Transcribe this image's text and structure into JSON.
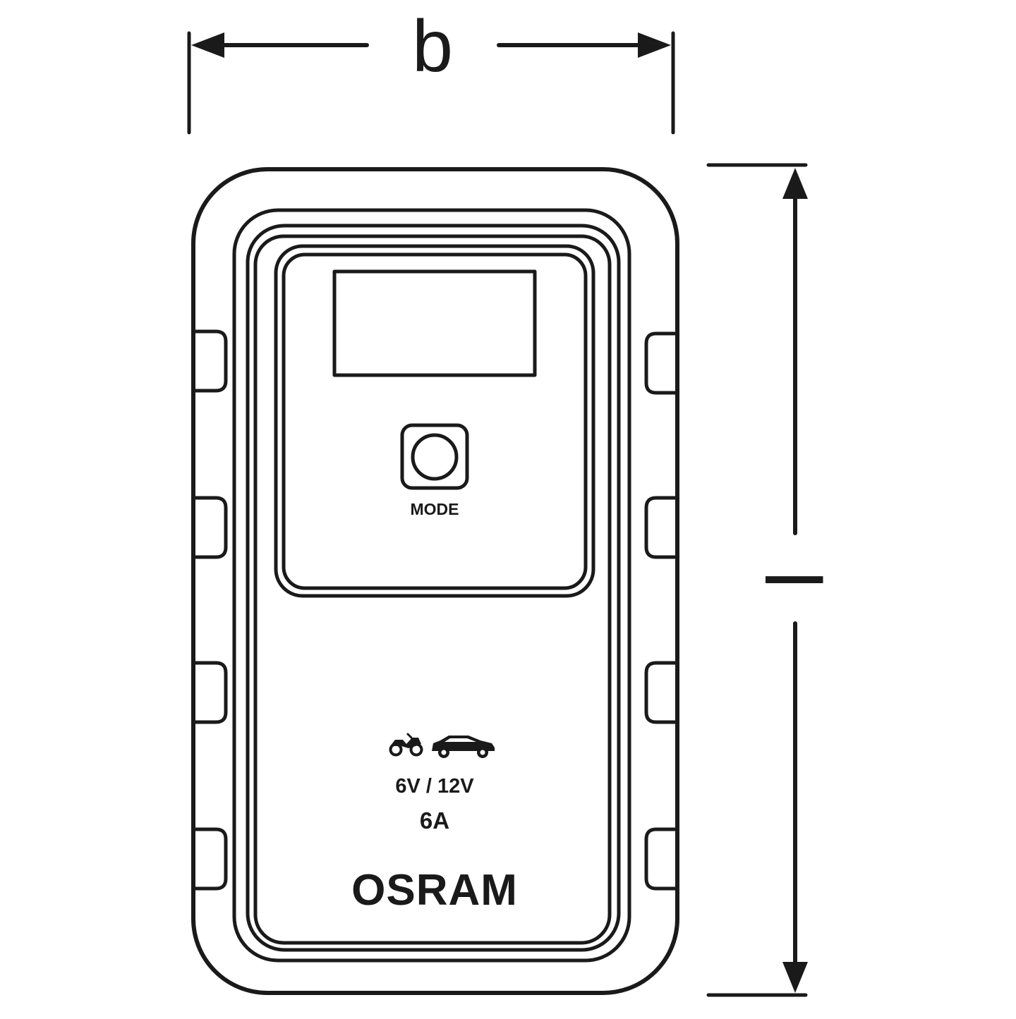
{
  "dimensions": {
    "width_label": "b",
    "height_label": "l"
  },
  "device": {
    "button_label": "MODE",
    "voltage": "6V / 12V",
    "current": "6A",
    "brand": "OSRAM",
    "vehicle_icons": [
      "motorcycle-icon",
      "car-icon"
    ]
  },
  "colors": {
    "line": "#1a1a1a",
    "background": "#ffffff"
  }
}
